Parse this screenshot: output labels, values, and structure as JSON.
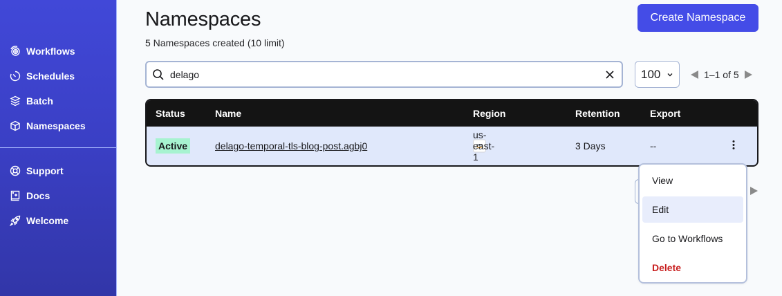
{
  "sidebar": {
    "primary": [
      {
        "label": "Workflows",
        "icon": "workflows-icon"
      },
      {
        "label": "Schedules",
        "icon": "schedules-icon"
      },
      {
        "label": "Batch",
        "icon": "batch-icon"
      },
      {
        "label": "Namespaces",
        "icon": "namespaces-icon"
      }
    ],
    "secondary": [
      {
        "label": "Support",
        "icon": "support-icon"
      },
      {
        "label": "Docs",
        "icon": "docs-icon"
      },
      {
        "label": "Welcome",
        "icon": "rocket-icon"
      }
    ]
  },
  "header": {
    "title": "Namespaces",
    "subtitle": "5 Namespaces created (10 limit)",
    "create_button": "Create Namespace"
  },
  "search": {
    "value": "delago",
    "icon": "search-icon",
    "clear_icon": "close-icon"
  },
  "pagination": {
    "page_size": "100",
    "range": "1–1 of 5"
  },
  "table": {
    "headers": [
      "Status",
      "Name",
      "Region",
      "Retention",
      "Export"
    ],
    "rows": [
      {
        "status": "Active",
        "name": "delago-temporal-tls-blog-post.agbj0",
        "region_provider": "aws",
        "region": "us-east-1",
        "retention": "3 Days",
        "export": "--"
      }
    ]
  },
  "row_menu": {
    "items": [
      {
        "label": "View"
      },
      {
        "label": "Edit",
        "highlighted": true
      },
      {
        "label": "Go to Workflows"
      },
      {
        "label": "Delete",
        "danger": true
      }
    ]
  },
  "colors": {
    "sidebar": "#4148d8",
    "primary_button": "#444ce7",
    "active_badge": "#a7f3d0",
    "row_background": "#e0e8fb",
    "danger": "#c81e1e"
  }
}
